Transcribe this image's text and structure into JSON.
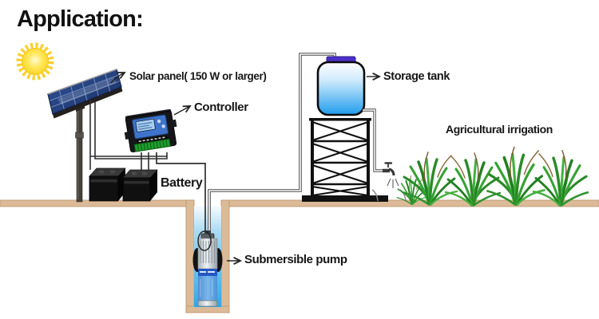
{
  "title": "Application:",
  "labels": {
    "solar_panel": "Solar panel( 150 W or larger)",
    "controller": "Controller",
    "battery": "Battery",
    "storage_tank": "Storage tank",
    "agricultural_irrigation": "Agricultural irrigation",
    "submersible_pump": "Submersible pump"
  },
  "colors": {
    "ground": "#dcba98",
    "ground_edge": "#bf9a72",
    "well_water": "#2fa8e4",
    "tank_water": "#1f9ced",
    "tank_cap": "#4b2fc9",
    "solar_panel": "#24407c",
    "sun": "#ffd21e",
    "plants": "#2d8f2d",
    "text": "#111111"
  }
}
